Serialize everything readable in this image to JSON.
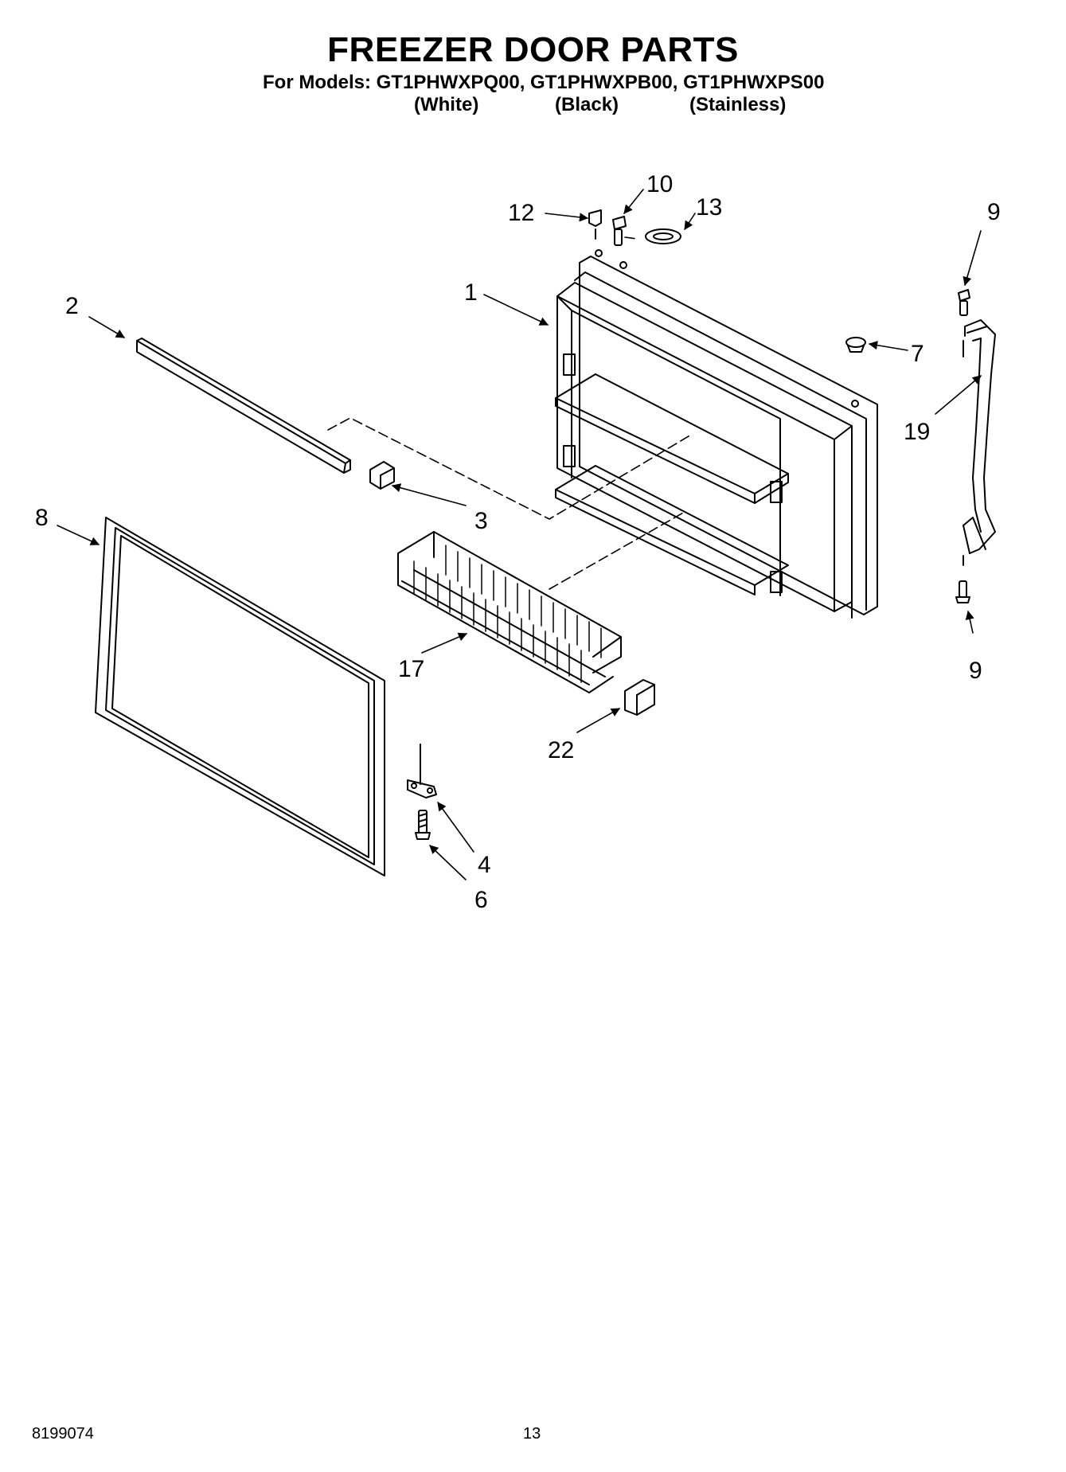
{
  "header": {
    "title": "FREEZER DOOR PARTS",
    "models_line": "For Models: GT1PHWXPQ00, GT1PHWXPB00, GT1PHWXPS00",
    "variants": [
      "(White)",
      "(Black)",
      "(Stainless)"
    ]
  },
  "callouts": [
    "1",
    "2",
    "3",
    "4",
    "6",
    "7",
    "8",
    "9",
    "9",
    "10",
    "12",
    "13",
    "17",
    "19",
    "22"
  ],
  "footer": {
    "doc_number": "8199074",
    "page_number": "13"
  }
}
